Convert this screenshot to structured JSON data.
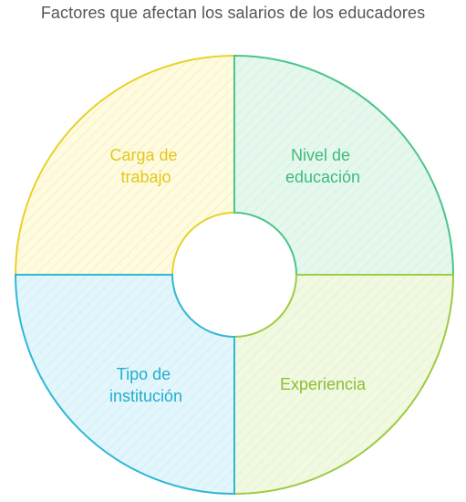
{
  "title": "Factores que afectan los salarios de los educadores",
  "segments": [
    {
      "id": "carga",
      "lines": [
        "Carga de",
        "trabajo"
      ],
      "stroke": "#e8d22a",
      "fill": "#fffbe0",
      "text": "#e2c81c"
    },
    {
      "id": "nivel",
      "lines": [
        "Nivel de",
        "educación"
      ],
      "stroke": "#4cc48a",
      "fill": "#e6f8ee",
      "text": "#3fba7c"
    },
    {
      "id": "experiencia",
      "lines": [
        "Experiencia"
      ],
      "stroke": "#9fcb45",
      "fill": "#f1f9e2",
      "text": "#8dbd34"
    },
    {
      "id": "tipo",
      "lines": [
        "Tipo de",
        "institución"
      ],
      "stroke": "#2fb7d6",
      "fill": "#e3f6fc",
      "text": "#24acd0"
    }
  ]
}
